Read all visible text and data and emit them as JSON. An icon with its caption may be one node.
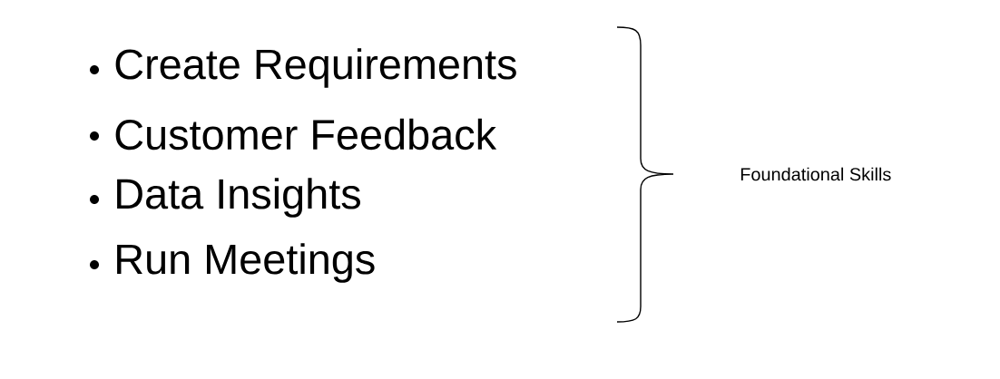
{
  "diagram": {
    "labels": [
      "Create Requirements",
      "Customer Feedback",
      "Data Insights",
      "Run Meetings",
      "Foundational Skills"
    ]
  }
}
